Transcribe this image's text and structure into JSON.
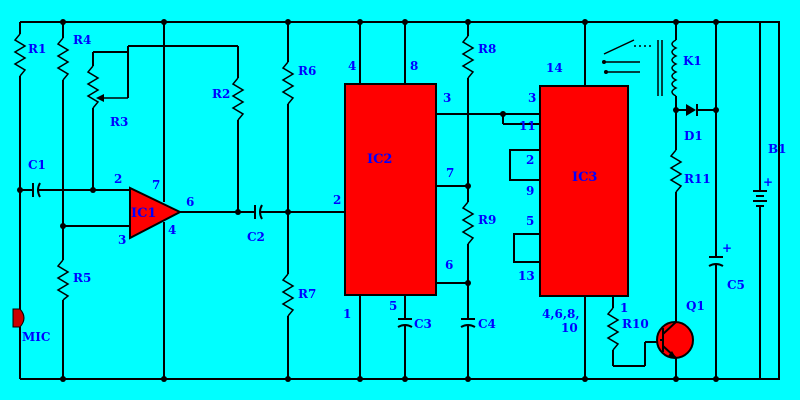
{
  "colors": {
    "background": "#00ffff",
    "component_fill": "#ff0000",
    "label_text": "#0000ff",
    "wire": "#000000"
  },
  "labels": {
    "r1": "R1",
    "r2": "R2",
    "r3": "R3",
    "r4": "R4",
    "r5": "R5",
    "r6": "R6",
    "r7": "R7",
    "r8": "R8",
    "r9": "R9",
    "r10": "R10",
    "r11": "R11",
    "c1": "C1",
    "c2": "C2",
    "c3": "C3",
    "c4": "C4",
    "c5": "C5",
    "ic1": "IC1",
    "ic2": "IC2",
    "ic3": "IC3",
    "mic": "MIC",
    "q1": "Q1",
    "k1": "K1",
    "d1": "D1",
    "b1": "B1"
  },
  "pins": {
    "ic1_2": "2",
    "ic1_3": "3",
    "ic1_4": "4",
    "ic1_6": "6",
    "ic1_7": "7",
    "ic2_1": "1",
    "ic2_2": "2",
    "ic2_3": "3",
    "ic2_4": "4",
    "ic2_5": "5",
    "ic2_6": "6",
    "ic2_7": "7",
    "ic2_8": "8",
    "ic3_1": "1",
    "ic3_2": "2",
    "ic3_3": "3",
    "ic3_5": "5",
    "ic3_9": "9",
    "ic3_11": "11",
    "ic3_13": "13",
    "ic3_14": "14",
    "ic3_gnd_a": "4,6,8,",
    "ic3_gnd_b": "10"
  },
  "polarity": {
    "c5_plus": "+",
    "b1_plus": "+"
  }
}
